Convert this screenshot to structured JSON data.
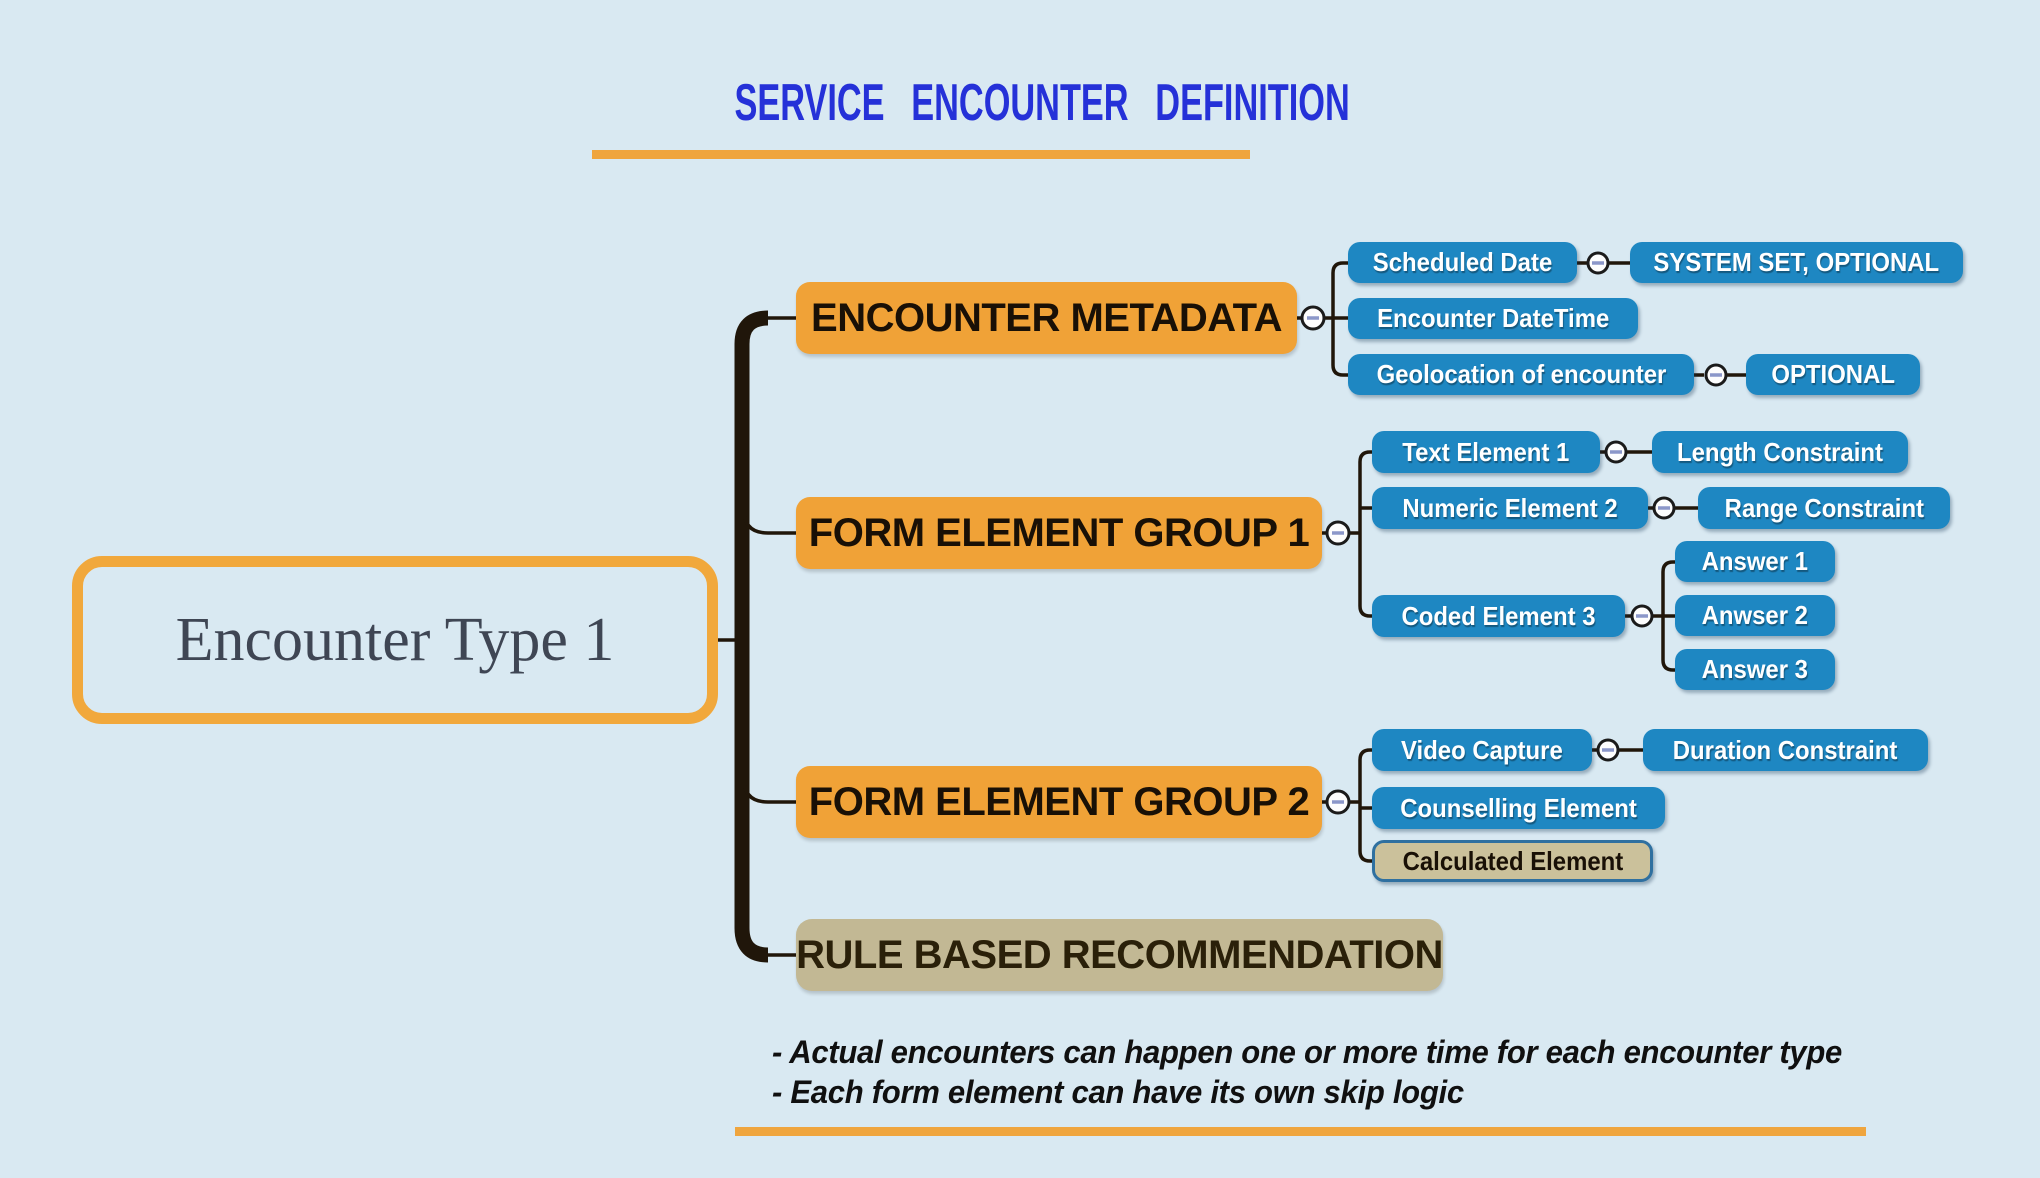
{
  "header": {
    "title": "SERVICE ENCOUNTER DEFINITION"
  },
  "root": {
    "label": "Encounter Type 1"
  },
  "branches": [
    {
      "label": "ENCOUNTER METADATA",
      "children": [
        {
          "label": "Scheduled Date",
          "annotation": "SYSTEM SET, OPTIONAL"
        },
        {
          "label": "Encounter DateTime"
        },
        {
          "label": "Geolocation of encounter",
          "annotation": "OPTIONAL"
        }
      ]
    },
    {
      "label": "FORM ELEMENT GROUP 1",
      "children": [
        {
          "label": "Text Element 1",
          "annotation": "Length Constraint"
        },
        {
          "label": "Numeric Element 2",
          "annotation": "Range Constraint"
        },
        {
          "label": "Coded Element 3",
          "children": [
            {
              "label": "Answer 1"
            },
            {
              "label": "Anwser 2"
            },
            {
              "label": "Answer 3"
            }
          ]
        }
      ]
    },
    {
      "label": "FORM ELEMENT GROUP 2",
      "children": [
        {
          "label": "Video Capture",
          "annotation": "Duration Constraint"
        },
        {
          "label": "Counselling Element"
        },
        {
          "label": "Calculated Element"
        }
      ]
    },
    {
      "label": "RULE BASED RECOMMENDATION"
    }
  ],
  "notes": {
    "line1": "- Actual encounters can happen one or more time for each encounter type",
    "line2": "- Each form element can have its own skip logic"
  },
  "colors": {
    "background": "#d9e9f2",
    "title_blue": "#2531d8",
    "accent_orange": "#f0a237",
    "underline_orange": "#efa53e",
    "node_blue": "#1e87c2",
    "node_tan": "#c2b894",
    "calculated_fill": "#cbc19b",
    "calculated_border": "#2f70a0",
    "root_border": "#f1a83c",
    "connector_dark": "#20160a",
    "toggle_dash": "#8b97c9"
  }
}
